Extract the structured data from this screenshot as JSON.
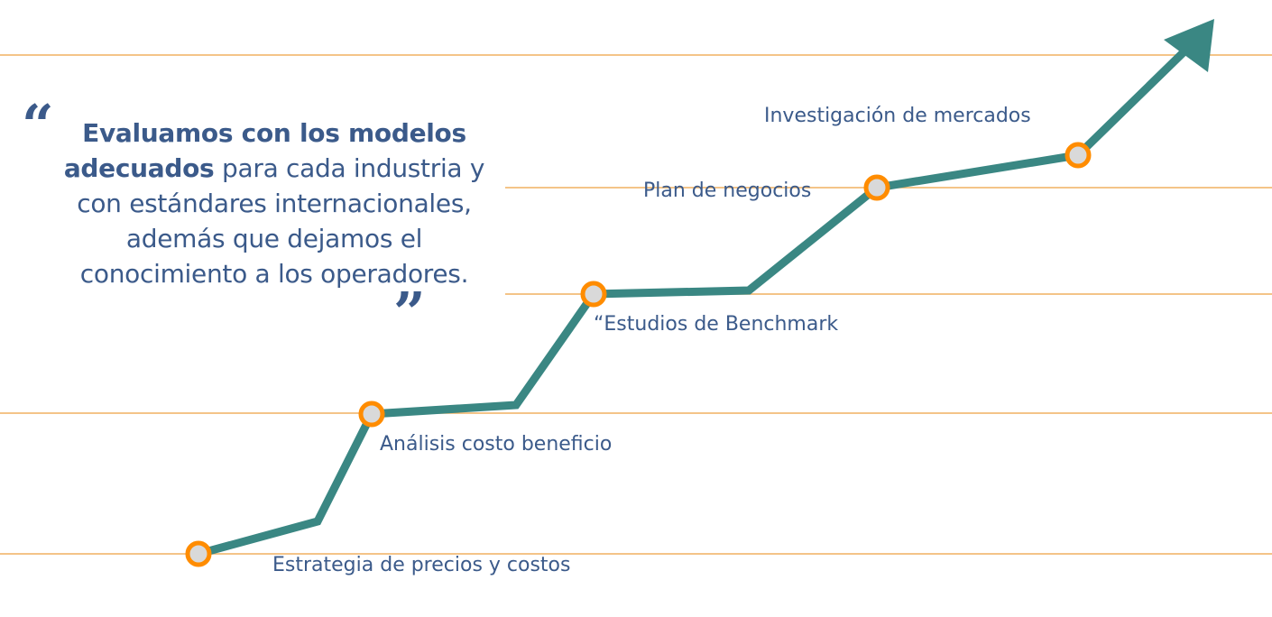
{
  "quote": {
    "bold": "Evaluamos con los modelos adecuados",
    "rest": " para cada industria y con estándares internacionales, además que dejamos el conocimiento a los operadores.",
    "open_mark": "“",
    "close_mark": "”"
  },
  "steps": [
    {
      "label": "Estrategia de precios y costos"
    },
    {
      "label": "Análisis costo beneficio"
    },
    {
      "label": "“Estudios de Benchmark"
    },
    {
      "label": "Plan de negocios"
    },
    {
      "label": "Investigación de mercados"
    }
  ],
  "colors": {
    "line": "#3a8783",
    "marker": "#ff8c00",
    "marker_fill": "#d9d9d9",
    "guide": "#f0b060",
    "text": "#3b5a8a"
  }
}
